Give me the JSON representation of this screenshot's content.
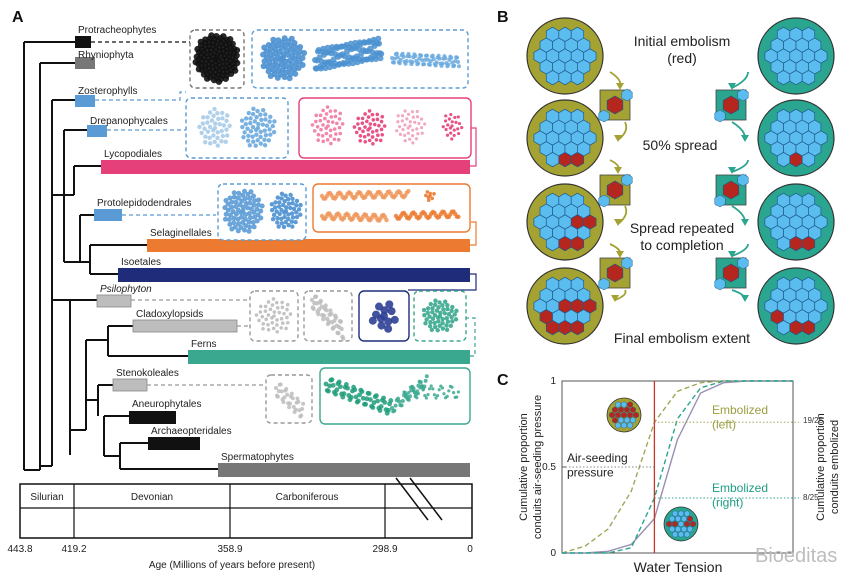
{
  "panel_a": {
    "label": "A",
    "taxa": [
      {
        "name": "Protracheophytes",
        "italic": false
      },
      {
        "name": "Rhyniophyta",
        "italic": false
      },
      {
        "name": "Zosterophylls",
        "italic": false
      },
      {
        "name": "Drepanophycales",
        "italic": false
      },
      {
        "name": "Lycopodiales",
        "italic": false
      },
      {
        "name": "Protolepidodendrales",
        "italic": false
      },
      {
        "name": "Selaginellales",
        "italic": false
      },
      {
        "name": "Isoetales",
        "italic": false
      },
      {
        "name": "Psilophyton",
        "italic": true
      },
      {
        "name": "Cladoxylopsids",
        "italic": false
      },
      {
        "name": "Ferns",
        "italic": false
      },
      {
        "name": "Stenokoleales",
        "italic": false
      },
      {
        "name": "Aneurophytales",
        "italic": false
      },
      {
        "name": "Archaeopteridales",
        "italic": false
      },
      {
        "name": "Spermatophytes",
        "italic": false
      }
    ],
    "periods": [
      "Silurian",
      "Devonian",
      "Carboniferous"
    ],
    "ticks": [
      "443.8",
      "419.2",
      "358.9",
      "298.9",
      "0"
    ],
    "xlabel": "Age (Millions of years before present)"
  },
  "panel_b": {
    "label": "B",
    "steps": [
      "Initial embolism\n(red)",
      "50% spread",
      "Spread repeated\nto completion",
      "Final embolism extent"
    ]
  },
  "panel_c": {
    "label": "C",
    "xlabel": "Water Tension",
    "ylabel_left": [
      "Cumulative proportion",
      "conduits air-seeding pressure"
    ],
    "ylabel_right": [
      "Cumulative proportion",
      "conduits embolized"
    ],
    "ytick_labels": [
      "0",
      "0.5",
      "1"
    ],
    "right_ticks": [
      "19/25",
      "8/25"
    ],
    "annotations": {
      "air_seeding": "Air-seeding\npressure",
      "embolized_left": "Embolized\n(left)",
      "embolized_right": "Embolized\n(right)"
    },
    "colors": {
      "left": "#a3a65a",
      "right": "#2aa58f",
      "air": "#9a8fb3",
      "threshold": "#c0392b"
    }
  },
  "watermark": "Bioeditas",
  "chart_data": {
    "type": "line",
    "title": "",
    "xlabel": "Water Tension",
    "ylabel": "Cumulative proportion conduits air-seeding pressure",
    "ylim": [
      0,
      1
    ],
    "x": [
      0.0,
      0.1,
      0.2,
      0.3,
      0.4,
      0.5,
      0.6,
      0.7,
      0.8,
      0.9,
      1.0
    ],
    "threshold_x": 0.4,
    "series": [
      {
        "name": "Embolized (left)",
        "values": [
          0.0,
          0.04,
          0.14,
          0.36,
          0.76,
          0.94,
          0.99,
          1.0,
          1.0,
          1.0,
          1.0
        ]
      },
      {
        "name": "Air-seeding pressure",
        "values": [
          0.0,
          0.0,
          0.01,
          0.05,
          0.2,
          0.66,
          0.93,
          0.99,
          1.0,
          1.0,
          1.0
        ]
      },
      {
        "name": "Embolized (right)",
        "values": [
          0.0,
          0.0,
          0.0,
          0.03,
          0.32,
          0.78,
          0.96,
          1.0,
          1.0,
          1.0,
          1.0
        ]
      }
    ]
  }
}
